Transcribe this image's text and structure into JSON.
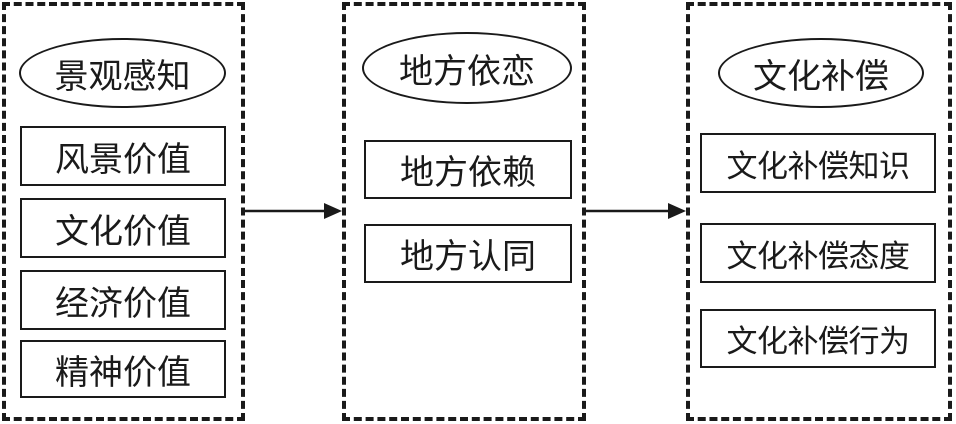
{
  "groups": [
    {
      "title": "景观感知",
      "items": [
        "风景价值",
        "文化价值",
        "经济价值",
        "精神价值"
      ]
    },
    {
      "title": "地方依恋",
      "items": [
        "地方依赖",
        "地方认同"
      ]
    },
    {
      "title": "文化补偿",
      "items": [
        "文化补偿知识",
        "文化补偿态度",
        "文化补偿行为"
      ]
    }
  ],
  "colors": {
    "stroke": "#1a1a1a",
    "background": "#ffffff"
  }
}
